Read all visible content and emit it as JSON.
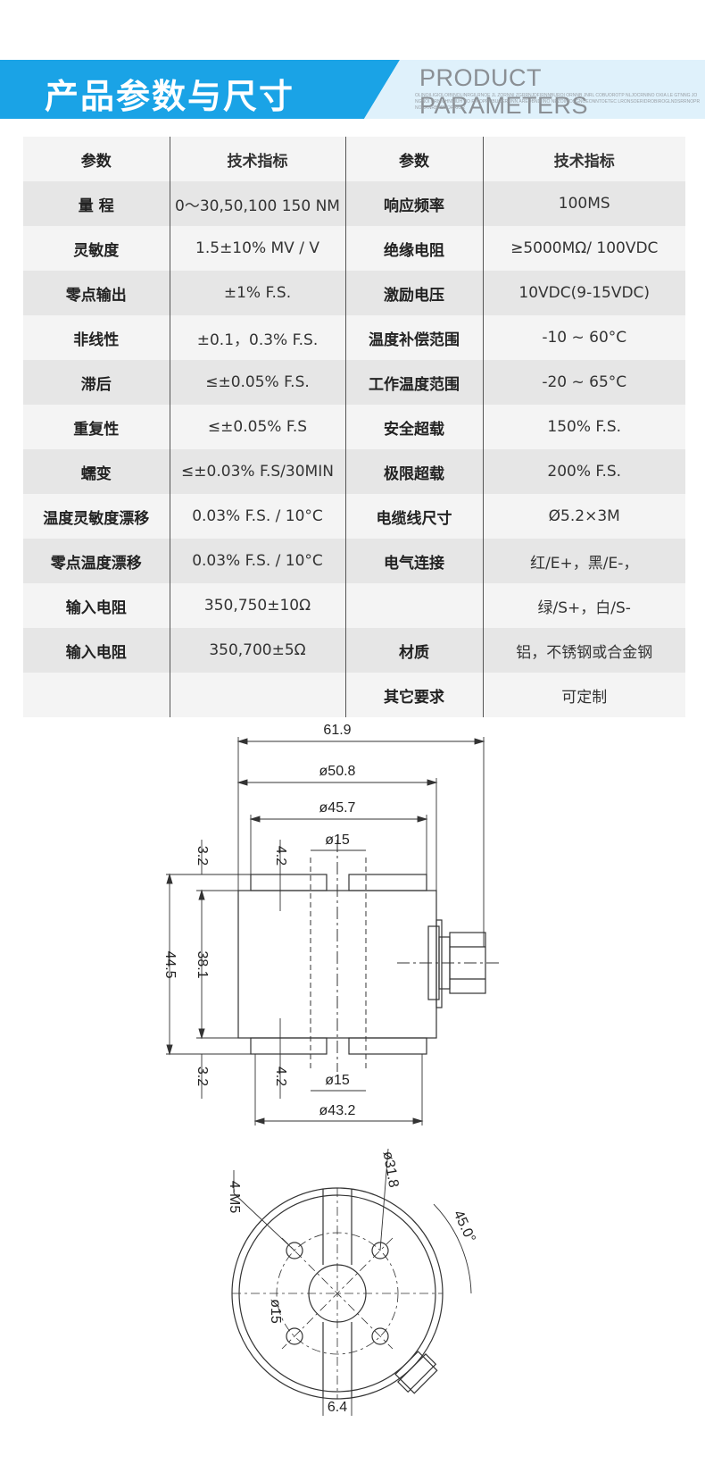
{
  "header": {
    "title_cn": "产品参数与尺寸",
    "title_en": "PRODUCT PARAMETERS",
    "subtitle_small": "OLINOILIGIOLOIBINOLINRGILRNOE JL ZORNNI ZGRRNJDFIRNNBUROI ORNNB JNRL COBUOROTP NLJOCRNINO OXIA LE GTNNG JO NGNOI DRNN HNNIUH NO R ROPRNBUOERONN AREOBNDIINO NEZOINIDSGNOEONNTOETEC LRONSOERIDROBIROGLNDSRRNOPR NORRNRBRBNORRIOR"
  },
  "table": {
    "header": [
      "参数",
      "技术指标",
      "参数",
      "技术指标"
    ],
    "rows": [
      [
        "量 程",
        "0～30,50,100 150 NM",
        "响应频率",
        "100MS"
      ],
      [
        "灵敏度",
        "1.5±10% MV / V",
        "绝缘电阻",
        "≥5000MΩ/ 100VDC"
      ],
      [
        "零点输出",
        "±1% F.S.",
        "激励电压",
        "10VDC(9-15VDC)"
      ],
      [
        "非线性",
        "±0.1，0.3% F.S.",
        "温度补偿范围",
        "-10 ~ 60°C"
      ],
      [
        "滞后",
        "≤±0.05% F.S.",
        "工作温度范围",
        "-20 ~ 65°C"
      ],
      [
        "重复性",
        "≤±0.05% F.S",
        "安全超载",
        "150% F.S."
      ],
      [
        "蠕变",
        "≤±0.03% F.S/30MIN",
        "极限超载",
        "200% F.S."
      ],
      [
        "温度灵敏度漂移",
        "0.03% F.S. / 10°C",
        "电缆线尺寸",
        "Ø5.2×3M"
      ],
      [
        "零点温度漂移",
        "0.03% F.S. / 10°C",
        "电气连接",
        "红/E+，黑/E-，"
      ],
      [
        "输入电阻",
        "350,750±10Ω",
        "",
        "绿/S+，白/S-"
      ],
      [
        "输入电阻",
        "350,700±5Ω",
        "材质",
        "铝，不锈钢或合金钢"
      ],
      [
        "",
        "",
        "其它要求",
        "可定制"
      ]
    ]
  },
  "drawing": {
    "dim_61_9": "61.9",
    "dim_50_8": "ø50.8",
    "dim_45_7": "ø45.7",
    "dim_15_top": "ø15",
    "dim_15_bottom": "ø15",
    "dim_43_2": "ø43.2",
    "dim_3_2_top": "3.2",
    "dim_4_2_top": "4.2",
    "dim_3_2_bottom": "3.2",
    "dim_4_2_bottom": "4.2",
    "dim_44_5": "44.5",
    "dim_38_1": "38.1",
    "dim_31_8": "ø31.8",
    "dim_4_m5": "4-M5",
    "dim_45_deg": "45.0°",
    "dim_15_side": "ø15",
    "dim_6_4": "6.4"
  },
  "colors": {
    "banner_blue": "#1aa3e6",
    "banner_light": "#dff1fb",
    "row_light": "#f4f4f4",
    "row_dark": "#e6e6e6"
  }
}
